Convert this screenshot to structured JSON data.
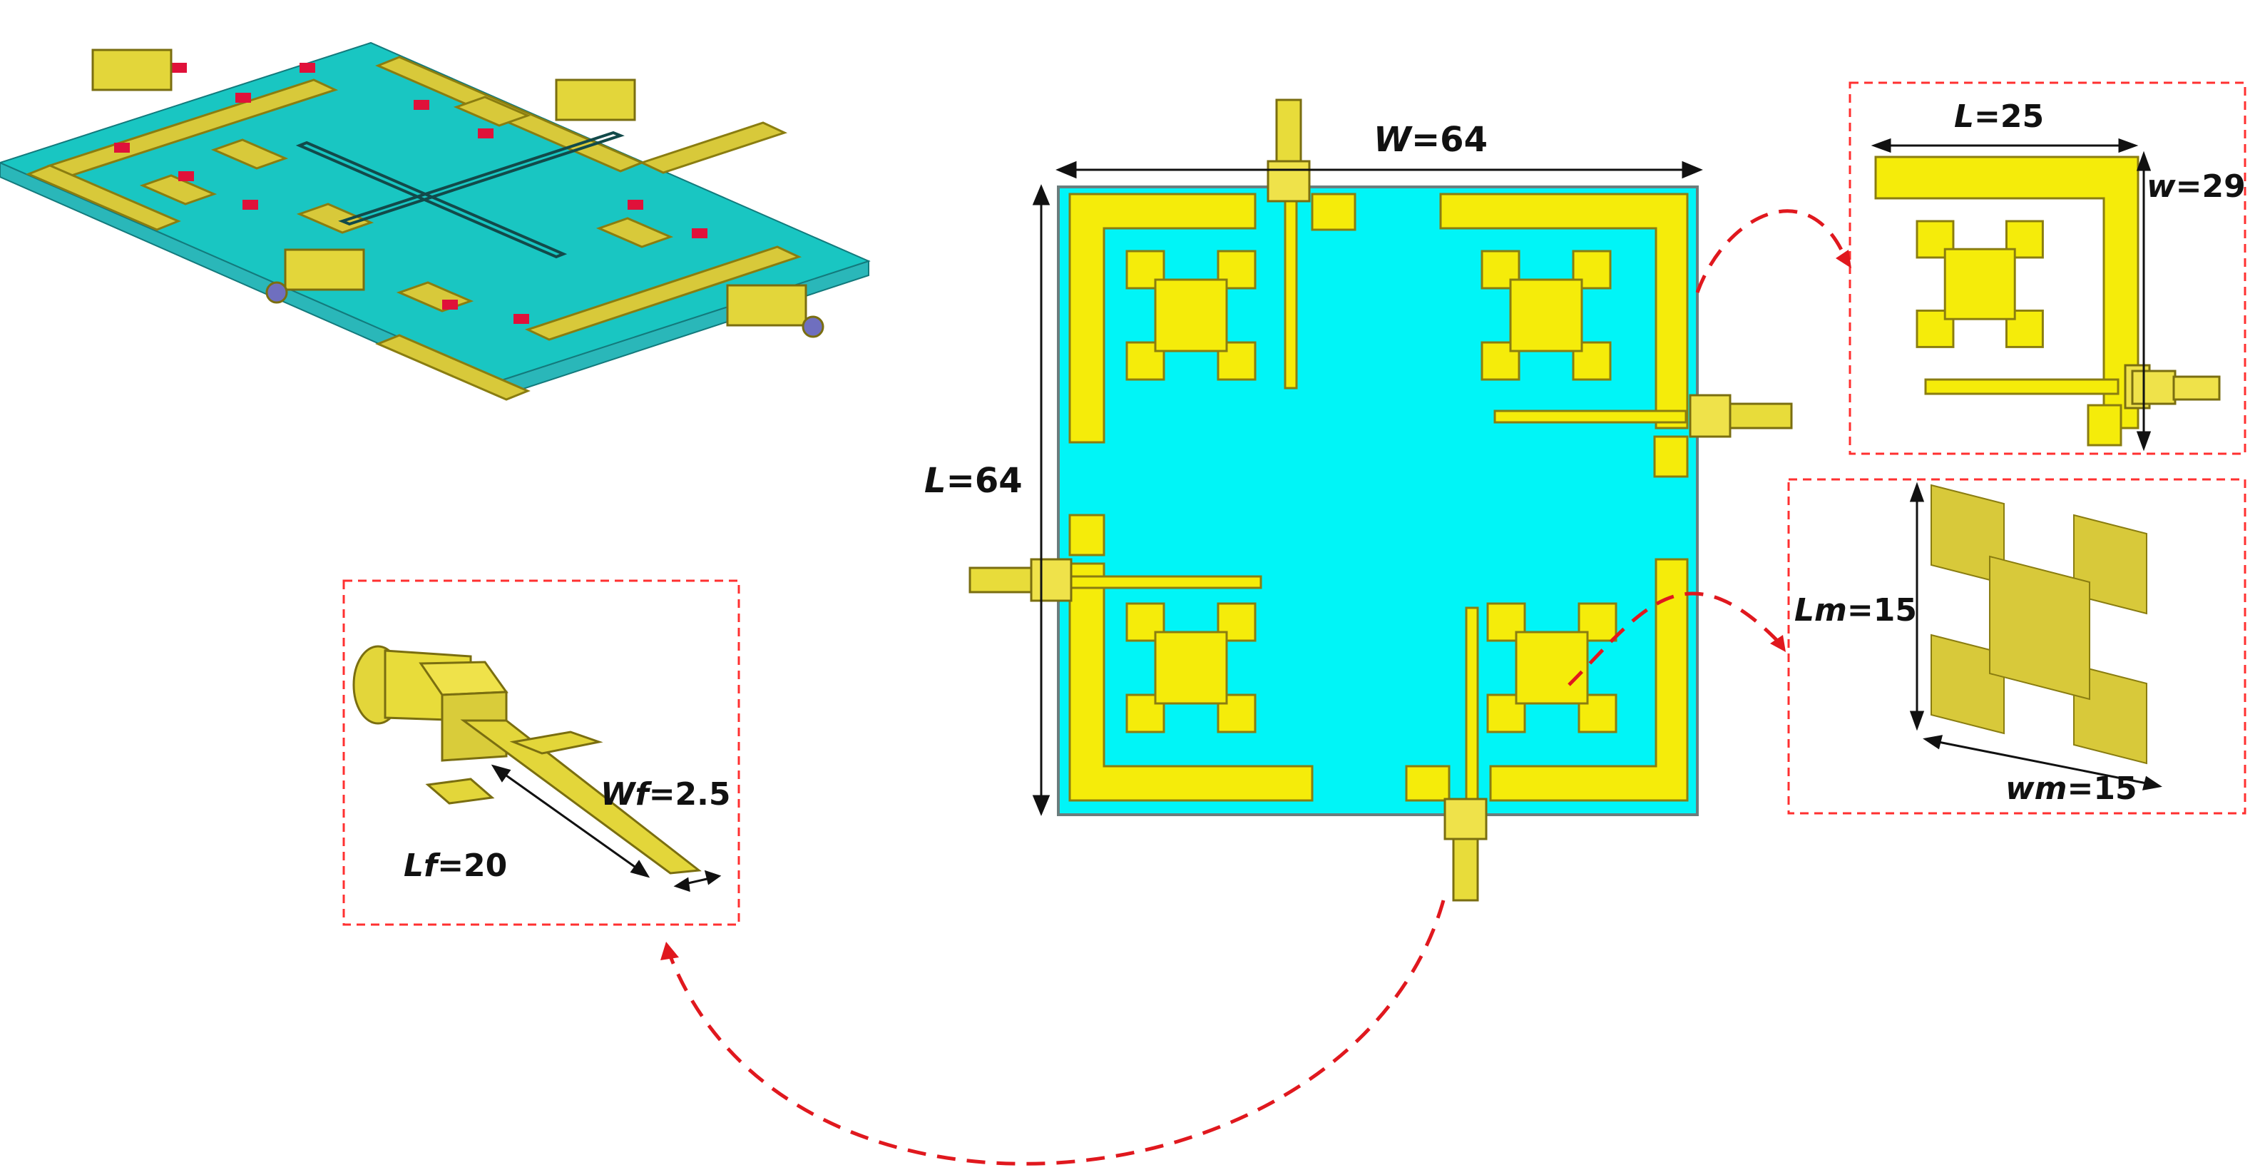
{
  "dimensions": {
    "top_width": {
      "var": "W",
      "value": "=64"
    },
    "side_length": {
      "var": "L",
      "value": "=64"
    },
    "arm_length": {
      "var": "L",
      "value": "=25"
    },
    "arm_width": {
      "var": "w",
      "value": "=29"
    },
    "feed_length": {
      "var": "Lf",
      "value": "=20"
    },
    "feed_width": {
      "var": "Wf",
      "value": "=2.5"
    },
    "mta_length": {
      "var": "Lm",
      "value": "=15"
    },
    "mta_width": {
      "var": "wm",
      "value": "=15"
    }
  },
  "colors": {
    "copper": "#f5ec0a",
    "copper_dark": "#b8a800",
    "substrate": "#00f5f7",
    "substrate_dark": "#2ab7b9",
    "highlight": "#ff3030",
    "arrow": "#e0181e",
    "port": "#d9cc3a",
    "chip": "#e0113a"
  }
}
